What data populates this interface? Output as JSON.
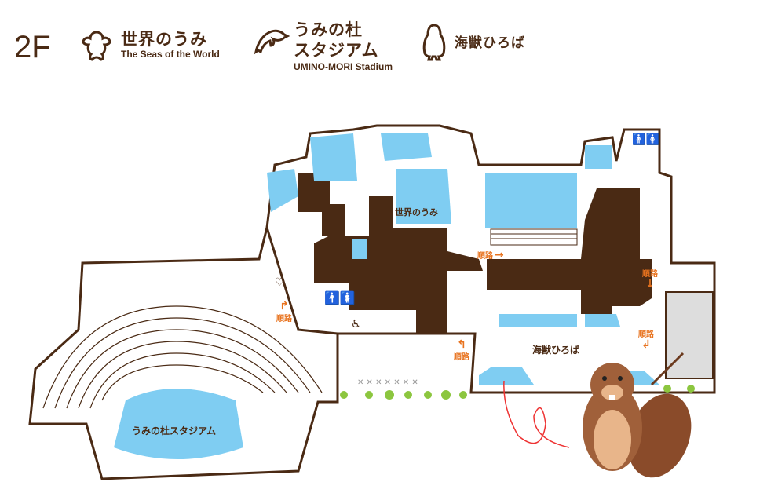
{
  "legend": {
    "floor": "2F",
    "seas": {
      "jp": "世界のうみ",
      "en": "The Seas of the World",
      "icon": "turtle-icon"
    },
    "stadium": {
      "jp_line1": "うみの杜",
      "jp_line2": "スタジアム",
      "en": "UMINO-MORI Stadium",
      "icon": "dolphin-icon"
    },
    "plaza": {
      "jp": "海獣ひろば",
      "icon": "penguin-icon"
    }
  },
  "map": {
    "seas_label": "世界のうみ",
    "stadium_label": "うみの杜スタジアム",
    "plaza_label": "海獣ひろば",
    "route_label": "順路",
    "route_arrows": [
      "↱",
      "→",
      "↓",
      "↰",
      "↲"
    ]
  },
  "colors": {
    "brown": "#4a2a14",
    "water": "#7fcdf2",
    "route": "#e8731f",
    "green": "#8cc63f"
  }
}
